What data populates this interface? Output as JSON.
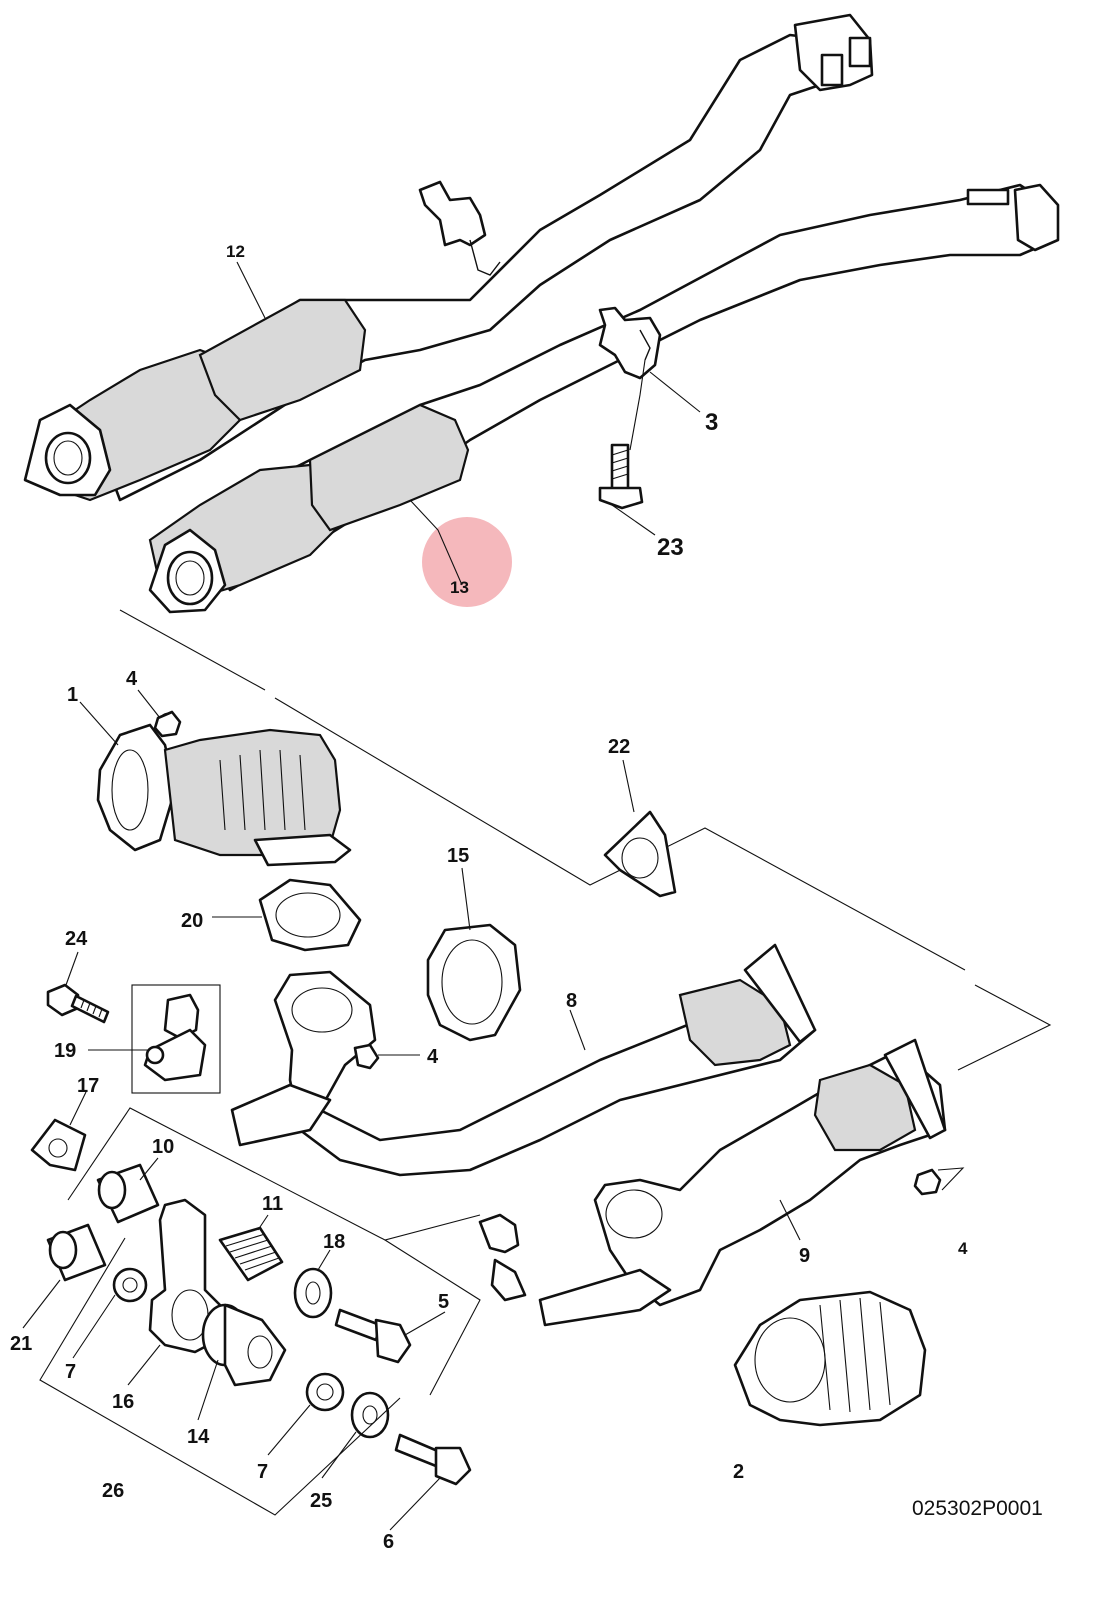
{
  "diagram_id": "025302P0001",
  "highlighted_callout": "13",
  "highlight_color": "#f2a0a6",
  "callouts": {
    "c1": "1",
    "c2": "2",
    "c3": "3",
    "c4a": "4",
    "c4b": "4",
    "c4c": "4",
    "c5": "5",
    "c6": "6",
    "c7a": "7",
    "c7b": "7",
    "c8": "8",
    "c9": "9",
    "c10": "10",
    "c11": "11",
    "c12": "12",
    "c13": "13",
    "c14": "14",
    "c15": "15",
    "c16": "16",
    "c17": "17",
    "c18": "18",
    "c19": "19",
    "c20": "20",
    "c21": "21",
    "c22": "22",
    "c23": "23",
    "c24": "24",
    "c25": "25",
    "c26": "26"
  }
}
